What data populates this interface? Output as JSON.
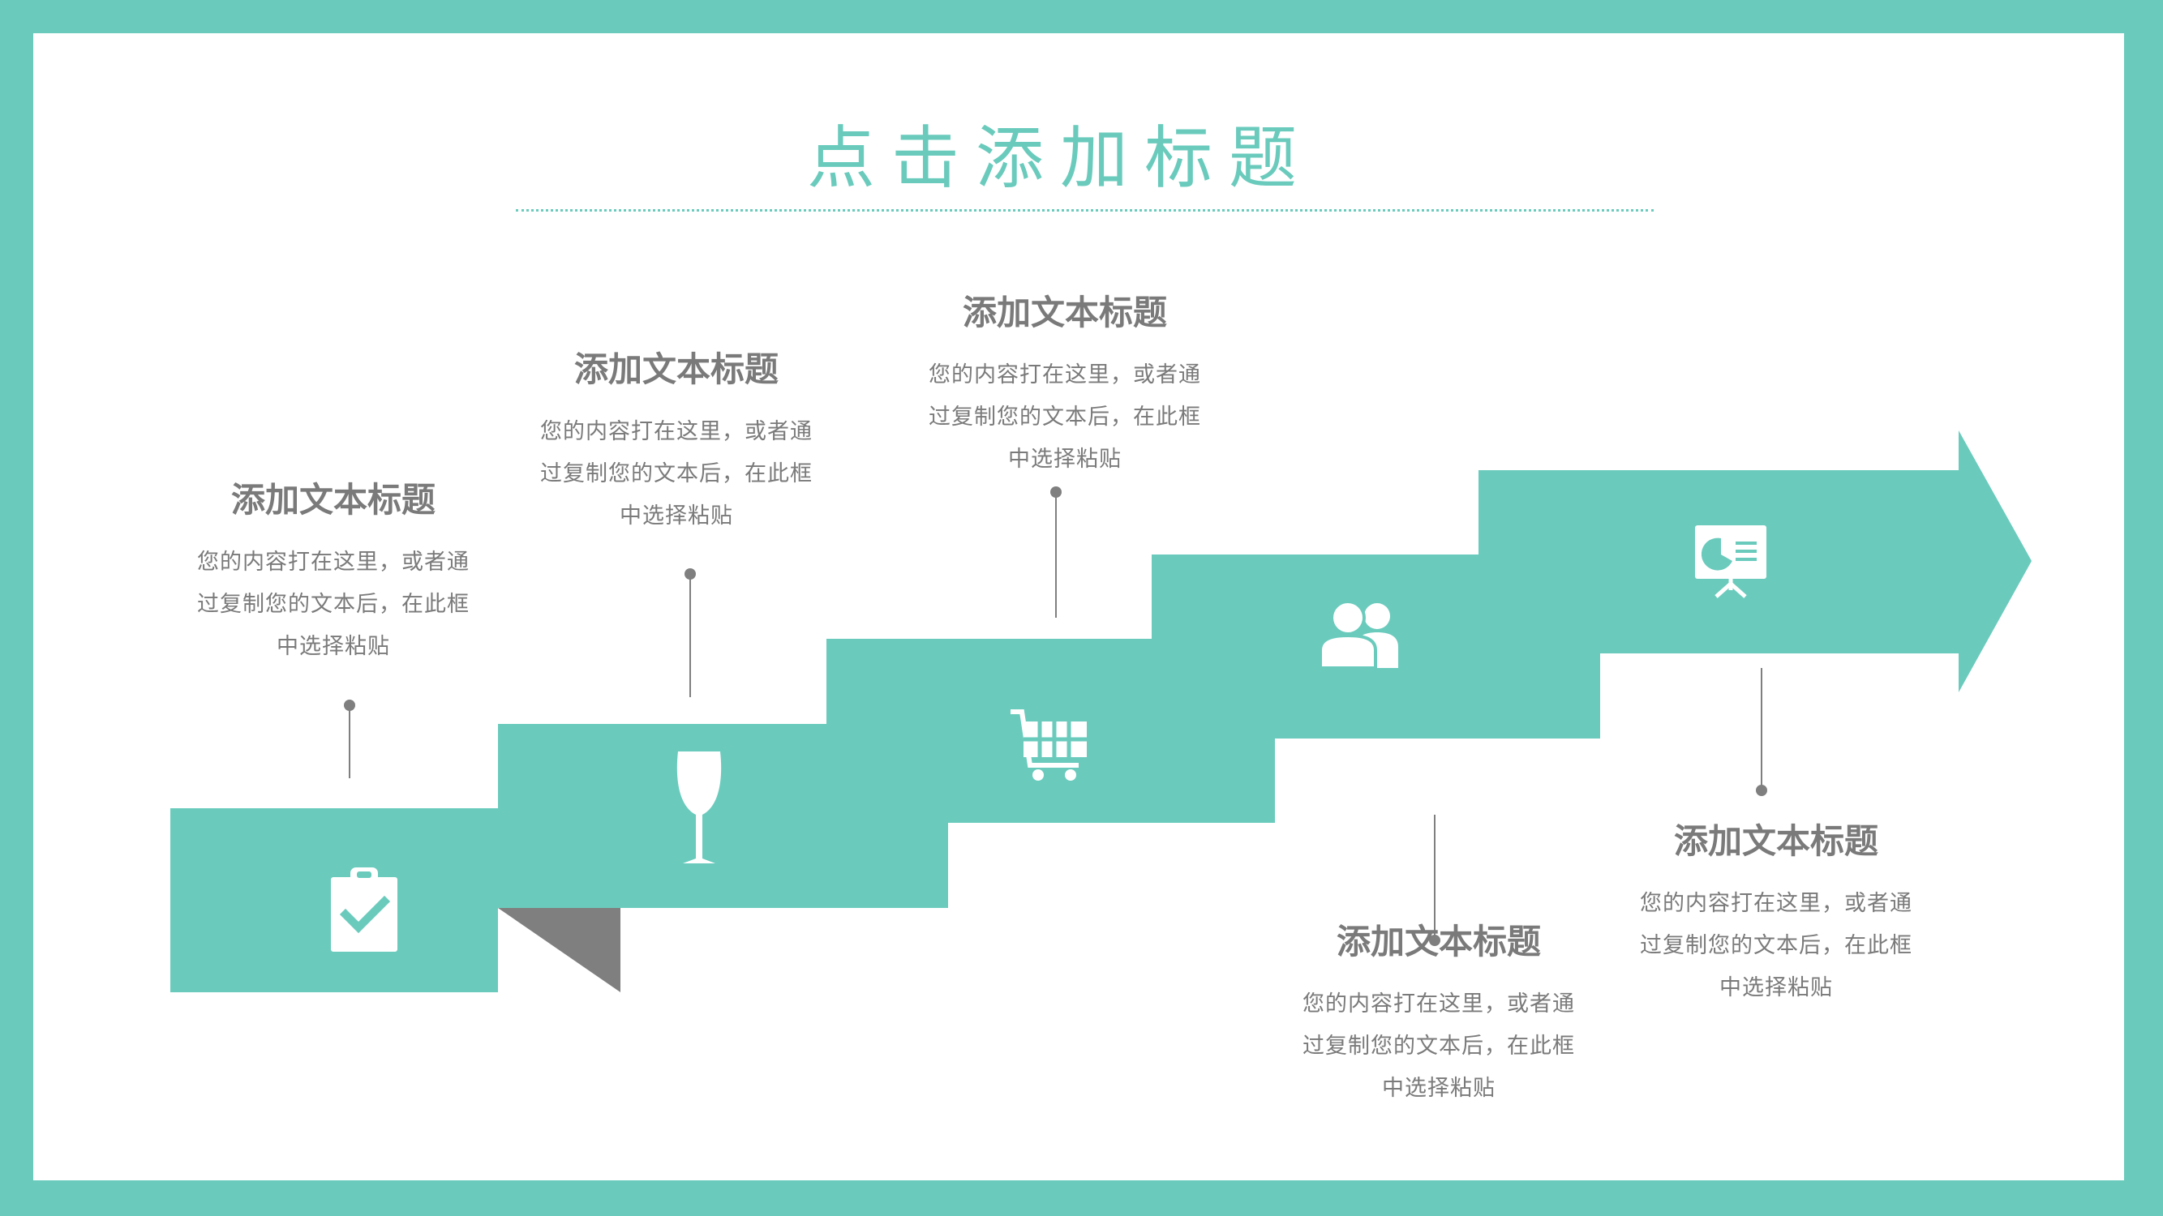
{
  "title": "点击添加标题",
  "colors": {
    "teal": "#6acbbd",
    "fold": "#7f7f7f",
    "text": "#7a7a7a",
    "white": "#ffffff"
  },
  "steps": [
    {
      "icon": "clipboard-check-icon",
      "heading": "添加文本标题",
      "text_lines": [
        "您的内容打在这里，或者通",
        "过复制您的文本后，在此框",
        "中选择粘贴"
      ]
    },
    {
      "icon": "wine-glass-icon",
      "heading": "添加文本标题",
      "text_lines": [
        "您的内容打在这里，或者通",
        "过复制您的文本后，在此框",
        "中选择粘贴"
      ]
    },
    {
      "icon": "shopping-cart-icon",
      "heading": "添加文本标题",
      "text_lines": [
        "您的内容打在这里，或者通",
        "过复制您的文本后，在此框",
        "中选择粘贴"
      ]
    },
    {
      "icon": "users-icon",
      "heading": "添加文本标题",
      "text_lines": [
        "您的内容打在这里，或者通",
        "过复制您的文本后，在此框",
        "中选择粘贴"
      ]
    },
    {
      "icon": "presentation-chart-icon",
      "heading": "添加文本标题",
      "text_lines": [
        "您的内容打在这里，或者通",
        "过复制您的文本后，在此框",
        "中选择粘贴"
      ]
    }
  ]
}
